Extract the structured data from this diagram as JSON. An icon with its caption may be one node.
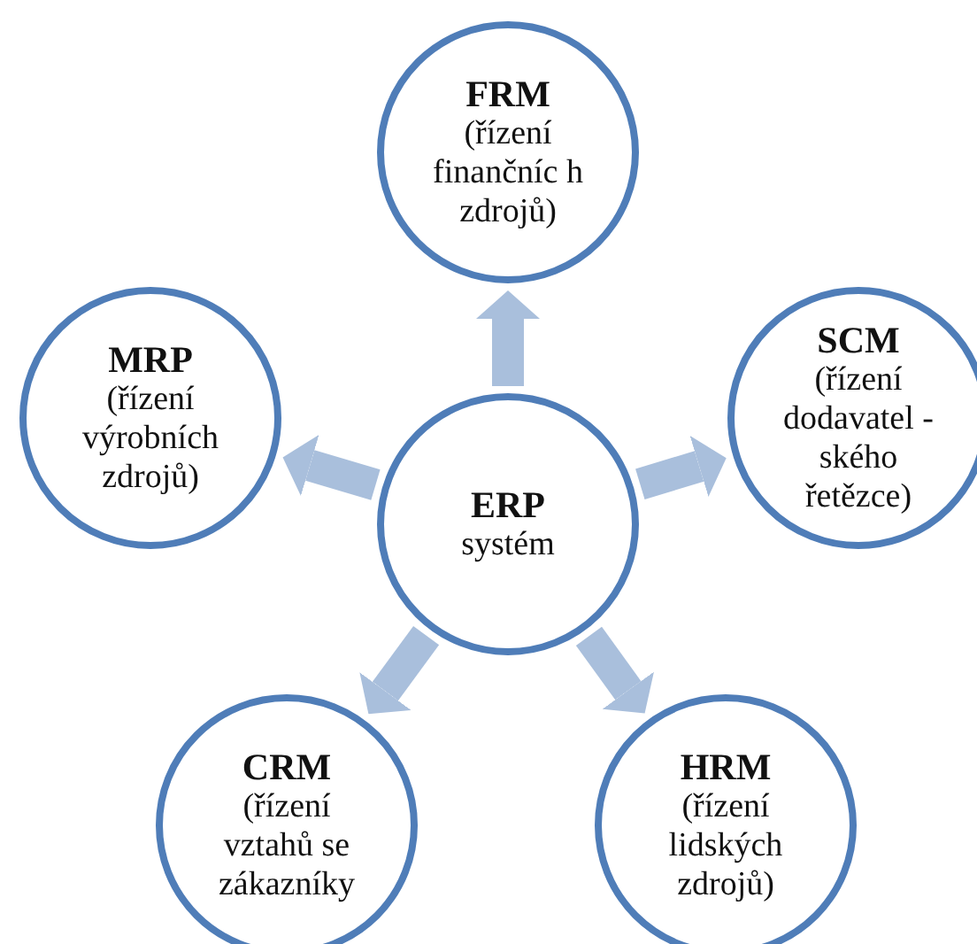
{
  "diagram": {
    "nodes": [
      {
        "text": [
          "FRM",
          "(řízení finančníc h zdrojů)"
        ]
      },
      {
        "text": [
          "MRP",
          "(řízení výrobních zdrojů)"
        ]
      },
      {
        "text": [
          "SCM",
          "(řízení dodavatel -ského řetězce)"
        ]
      },
      {
        "text": [
          "ERP",
          "systém"
        ]
      },
      {
        "text": [
          "CRM",
          "(řízení vztahů se zákazníky"
        ]
      },
      {
        "text": [
          "HRM",
          "(řízení lidských zdrojů)"
        ]
      }
    ],
    "edges": [
      {
        "from": 3,
        "to": 0,
        "arrow": "to"
      },
      {
        "from": 3,
        "to": 1,
        "arrow": "to"
      },
      {
        "from": 3,
        "to": 2,
        "arrow": "to"
      },
      {
        "from": 3,
        "to": 4,
        "arrow": "to"
      },
      {
        "from": 3,
        "to": 5,
        "arrow": "to"
      }
    ]
  }
}
